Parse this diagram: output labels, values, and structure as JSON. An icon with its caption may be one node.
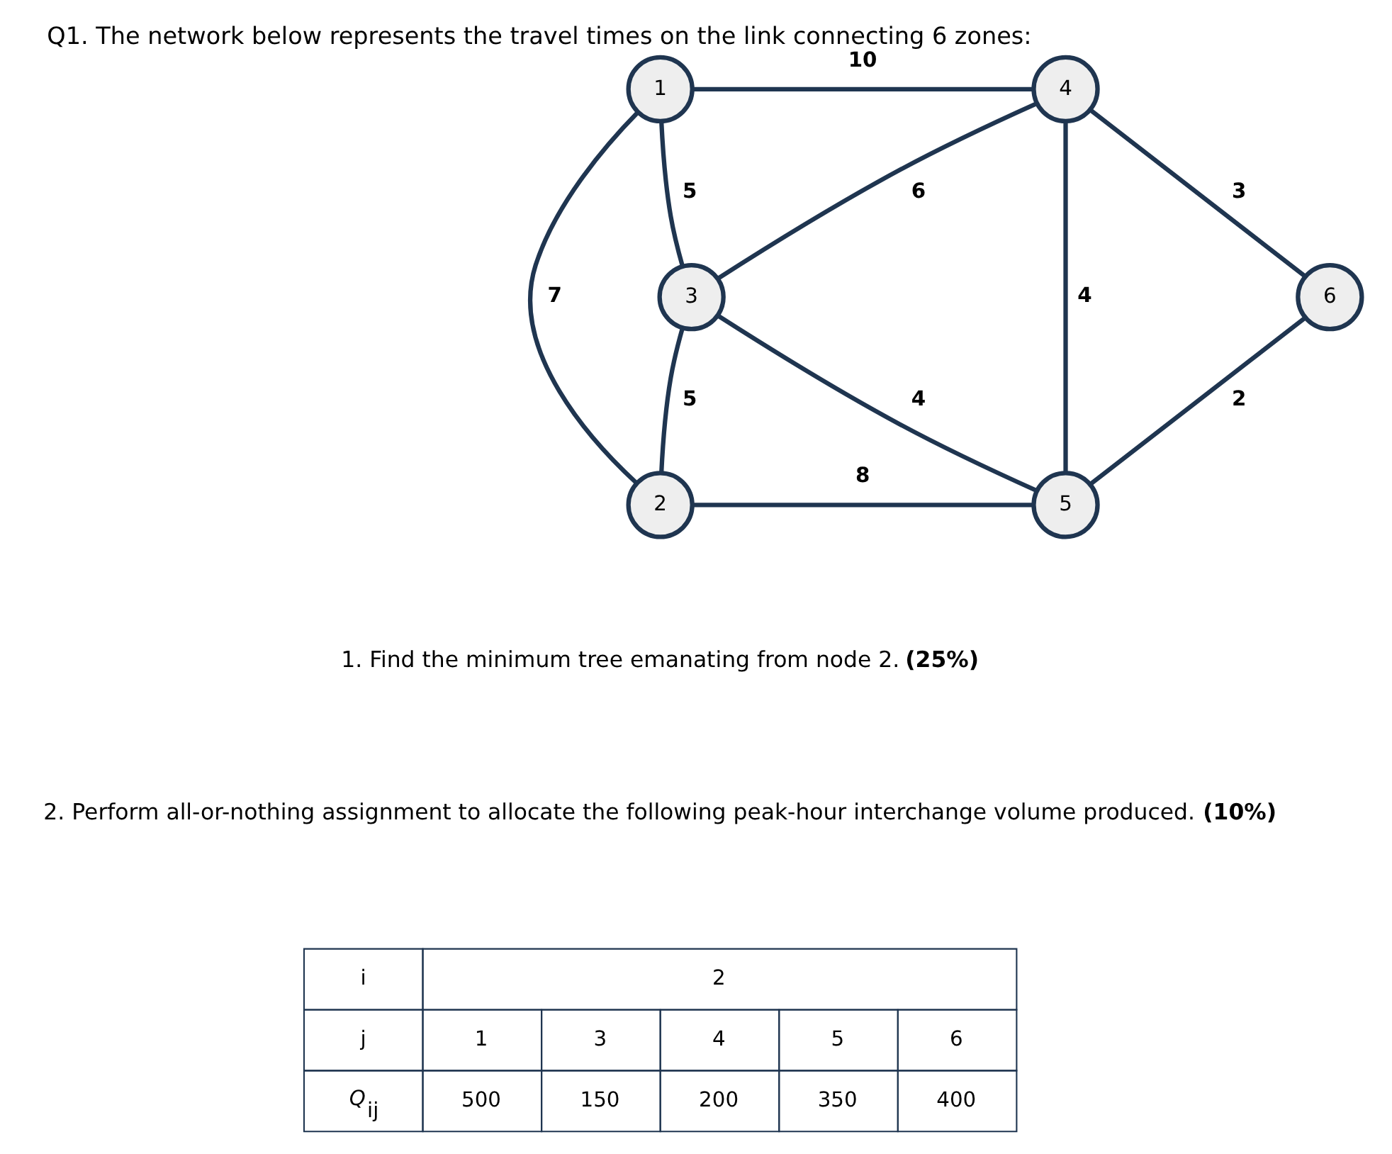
{
  "diagram": {
    "title": "Q1. The network below represents the travel times on the link connecting 6 zones:",
    "nodes": [
      {
        "text": [
          "1"
        ]
      },
      {
        "text": [
          "2"
        ]
      },
      {
        "text": [
          "3"
        ]
      },
      {
        "text": [
          "4"
        ]
      },
      {
        "text": [
          "5"
        ]
      },
      {
        "text": [
          "6"
        ]
      }
    ],
    "edges": [
      {
        "from": 0,
        "to": 3,
        "arrow": "none",
        "label": "10"
      },
      {
        "from": 0,
        "to": 2,
        "arrow": "none",
        "label": "5"
      },
      {
        "from": 0,
        "to": 1,
        "arrow": "none",
        "label": "7"
      },
      {
        "from": 1,
        "to": 2,
        "arrow": "none",
        "label": "5"
      },
      {
        "from": 2,
        "to": 3,
        "arrow": "none",
        "label": "6"
      },
      {
        "from": 2,
        "to": 4,
        "arrow": "none",
        "label": "4"
      },
      {
        "from": 3,
        "to": 4,
        "arrow": "none",
        "label": "4"
      },
      {
        "from": 3,
        "to": 5,
        "arrow": "none",
        "label": "3"
      },
      {
        "from": 4,
        "to": 5,
        "arrow": "none",
        "label": "2"
      },
      {
        "from": 1,
        "to": 4,
        "arrow": "none",
        "label": "8"
      }
    ],
    "labels": [
      "1. Find the minimum tree emanating from node 2. **(25%)**",
      "2. Perform all-or-nothing assignment to allocate the following peak-hour interchange volume produced. **(10%)**",
      "i",
      "2",
      "j",
      "1",
      "3",
      "4",
      "5",
      "6",
      "*Q*$_{ij}$",
      "500",
      "150",
      "200",
      "350",
      "400"
    ]
  }
}
